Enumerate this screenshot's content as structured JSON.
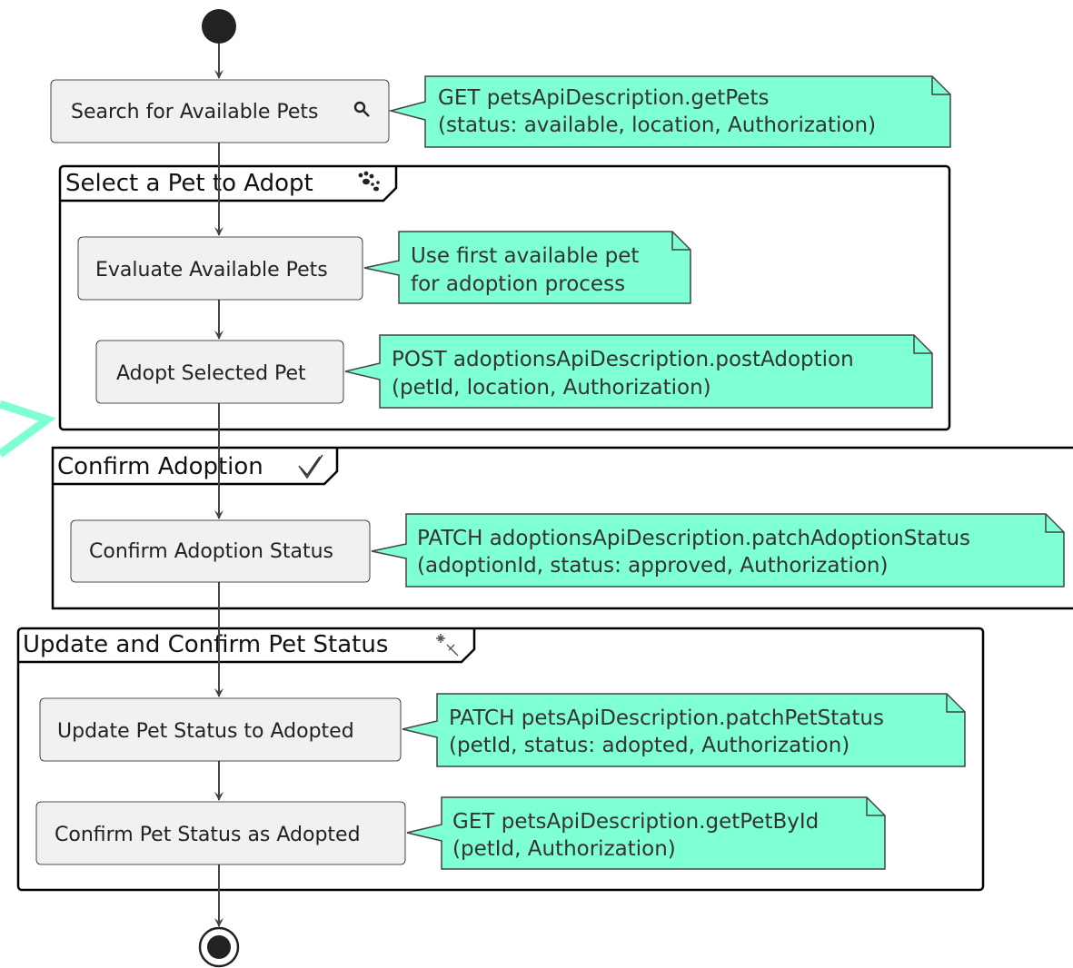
{
  "colors": {
    "activity_fill": "#f1f1f1",
    "activity_border": "#181818",
    "note_fill": "#7fffd4",
    "note_border": "#444444",
    "flow_line": "#444444",
    "node_fill": "#222222",
    "group_border": "#000000"
  },
  "groups": [
    {
      "id": "select",
      "label": "Select a Pet to Adopt",
      "icon": "paw-icon"
    },
    {
      "id": "confirm",
      "label": "Confirm Adoption",
      "icon": "checkmark-icon"
    },
    {
      "id": "update",
      "label": "Update and Confirm Pet Status",
      "icon": "sparkle-icon"
    }
  ],
  "activities": [
    {
      "id": "search",
      "label": "Search for Available Pets",
      "icon": "magnifier-icon"
    },
    {
      "id": "evaluate",
      "label": "Evaluate Available Pets"
    },
    {
      "id": "adopt",
      "label": "Adopt Selected Pet"
    },
    {
      "id": "confirm-status",
      "label": "Confirm Adoption Status"
    },
    {
      "id": "update-status",
      "label": "Update Pet Status to Adopted"
    },
    {
      "id": "confirm-pet",
      "label": "Confirm Pet Status as Adopted"
    }
  ],
  "notes": [
    {
      "for": "search",
      "lines": [
        "GET petsApiDescription.getPets",
        "(status: available, location, Authorization)"
      ]
    },
    {
      "for": "evaluate",
      "lines": [
        "Use first available pet",
        "for adoption process"
      ]
    },
    {
      "for": "adopt",
      "lines": [
        "POST adoptionsApiDescription.postAdoption",
        "(petId, location, Authorization)"
      ]
    },
    {
      "for": "confirm-status",
      "lines": [
        "PATCH adoptionsApiDescription.patchAdoptionStatus",
        "(adoptionId, status: approved, Authorization)"
      ]
    },
    {
      "for": "update-status",
      "lines": [
        "PATCH petsApiDescription.patchPetStatus",
        "(petId, status: adopted, Authorization)"
      ]
    },
    {
      "for": "confirm-pet",
      "lines": [
        "GET petsApiDescription.getPetById",
        "(petId, Authorization)"
      ]
    }
  ]
}
